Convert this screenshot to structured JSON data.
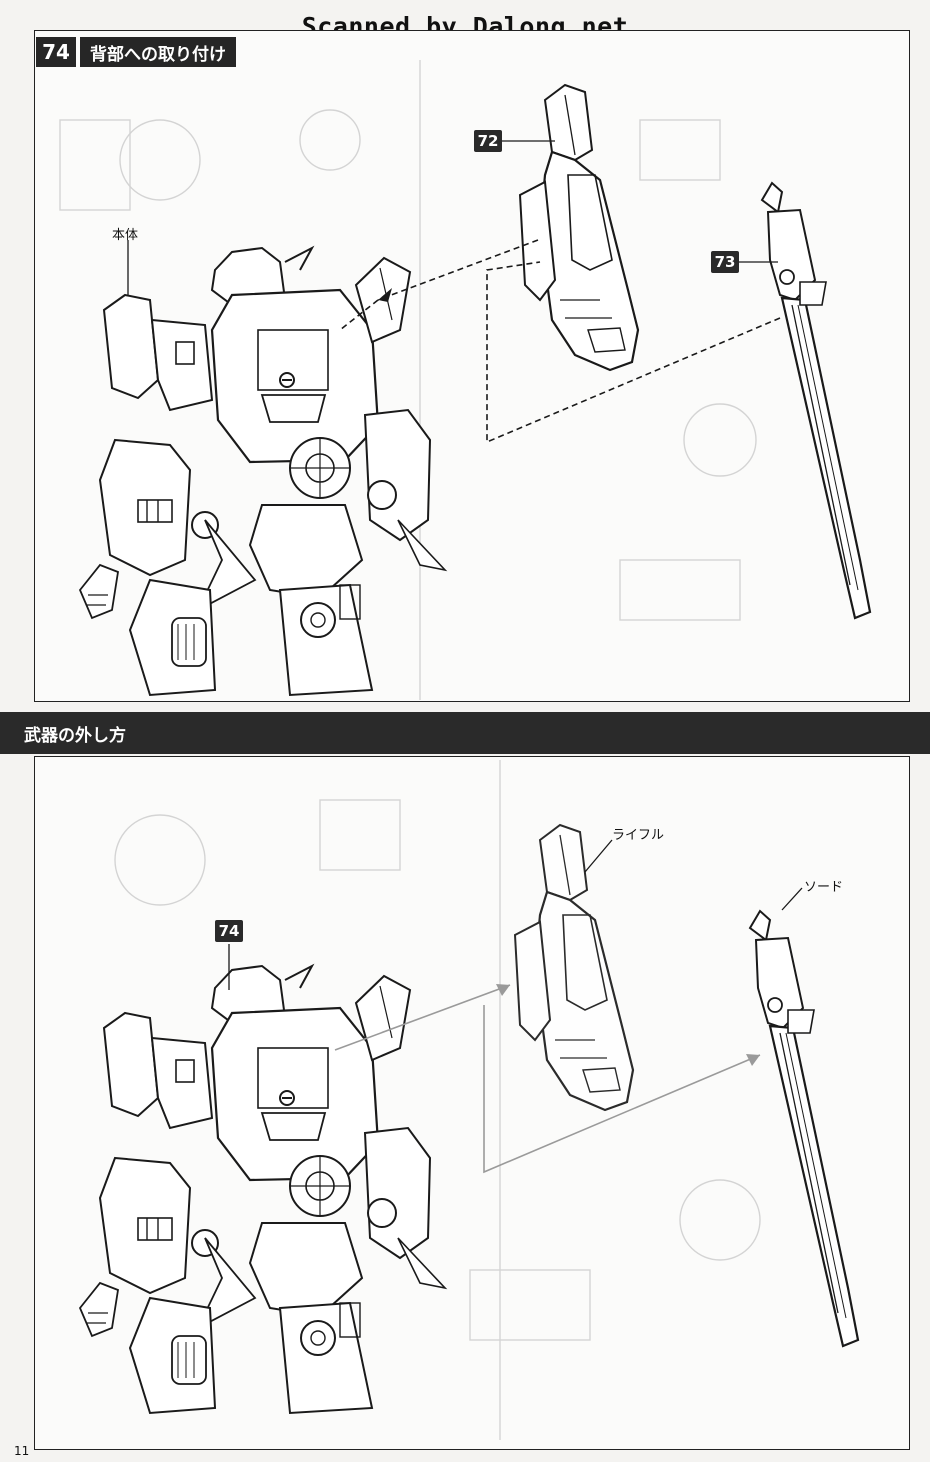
{
  "watermark": "Scanned by Dalong.net",
  "step": {
    "number": "74",
    "title": "背部への取り付け"
  },
  "top_labels": {
    "body": "本体",
    "part_rifle": "72",
    "part_sword": "73"
  },
  "section": {
    "title": "武器の外し方"
  },
  "bottom_labels": {
    "part_body": "74",
    "rifle": "ライフル",
    "sword": "ソード"
  },
  "page_number": "11",
  "colors": {
    "ink": "#1a1a1a",
    "header_bg": "#262626",
    "faint": "#c8c8c8",
    "arrow": "#9a9a9a"
  }
}
